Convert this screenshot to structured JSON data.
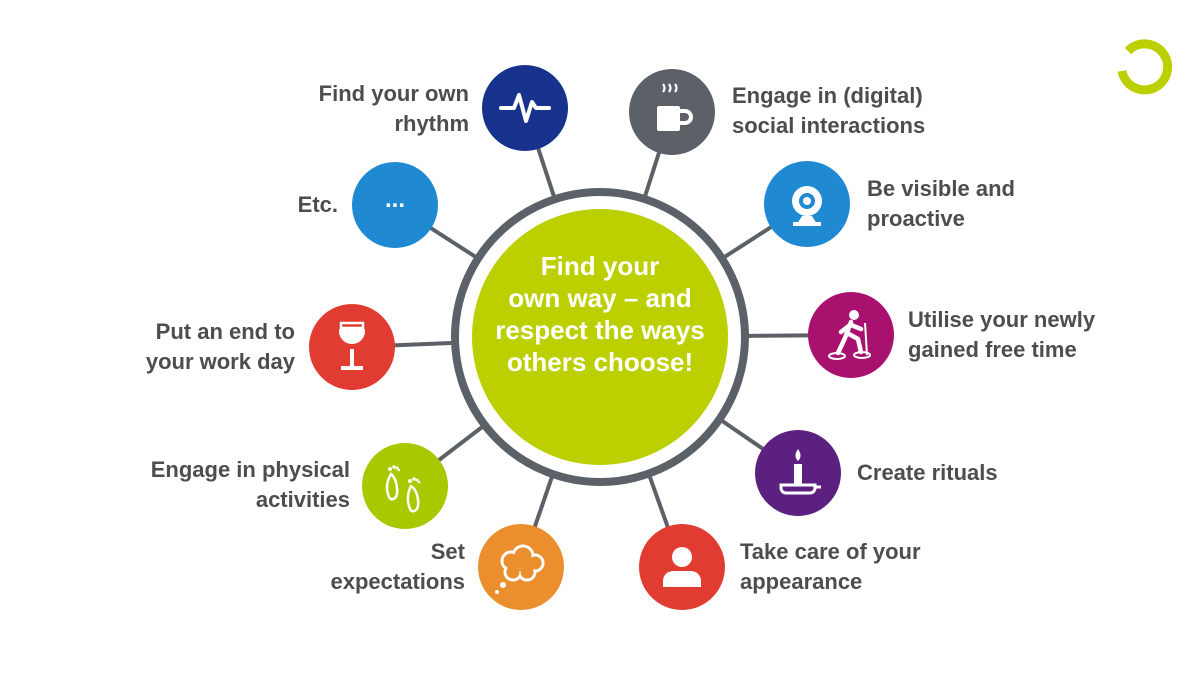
{
  "center": {
    "lines": [
      "Find your",
      "own way – and",
      "respect the ways",
      "others choose!"
    ],
    "color": "#bccf00",
    "ring_color": "#5b6166"
  },
  "logo": {
    "color": "#bccf00",
    "icon": "ring-logo-icon"
  },
  "items": [
    {
      "id": "rhythm",
      "lines": [
        "Find your own",
        "rhythm"
      ],
      "color": "#16328c",
      "icon": "heartbeat-icon"
    },
    {
      "id": "social",
      "lines": [
        "Engage in (digital)",
        "social interactions"
      ],
      "color": "#5b6166",
      "icon": "coffee-mug-icon"
    },
    {
      "id": "visible",
      "lines": [
        "Be visible and",
        "proactive"
      ],
      "color": "#1f8ad1",
      "icon": "webcam-icon"
    },
    {
      "id": "freetime",
      "lines": [
        "Utilise your newly",
        "gained free time"
      ],
      "color": "#a8126e",
      "icon": "snowshoe-hiker-icon"
    },
    {
      "id": "rituals",
      "lines": [
        "Create rituals"
      ],
      "color": "#5c2080",
      "icon": "candle-icon"
    },
    {
      "id": "appearance",
      "lines": [
        "Take care of your",
        "appearance"
      ],
      "color": "#e03c31",
      "icon": "person-icon"
    },
    {
      "id": "expectations",
      "lines": [
        "Set",
        "expectations"
      ],
      "color": "#eb8f2e",
      "icon": "thought-cloud-icon"
    },
    {
      "id": "physical",
      "lines": [
        "Engage in physical",
        "activities"
      ],
      "color": "#a9c800",
      "icon": "footprints-icon"
    },
    {
      "id": "endday",
      "lines": [
        "Put an end to",
        "your work day"
      ],
      "color": "#e03c31",
      "icon": "wine-glass-icon"
    },
    {
      "id": "etc",
      "lines": [
        "Etc."
      ],
      "color": "#1f8ad1",
      "icon": "ellipsis-icon",
      "glyph": "..."
    }
  ]
}
